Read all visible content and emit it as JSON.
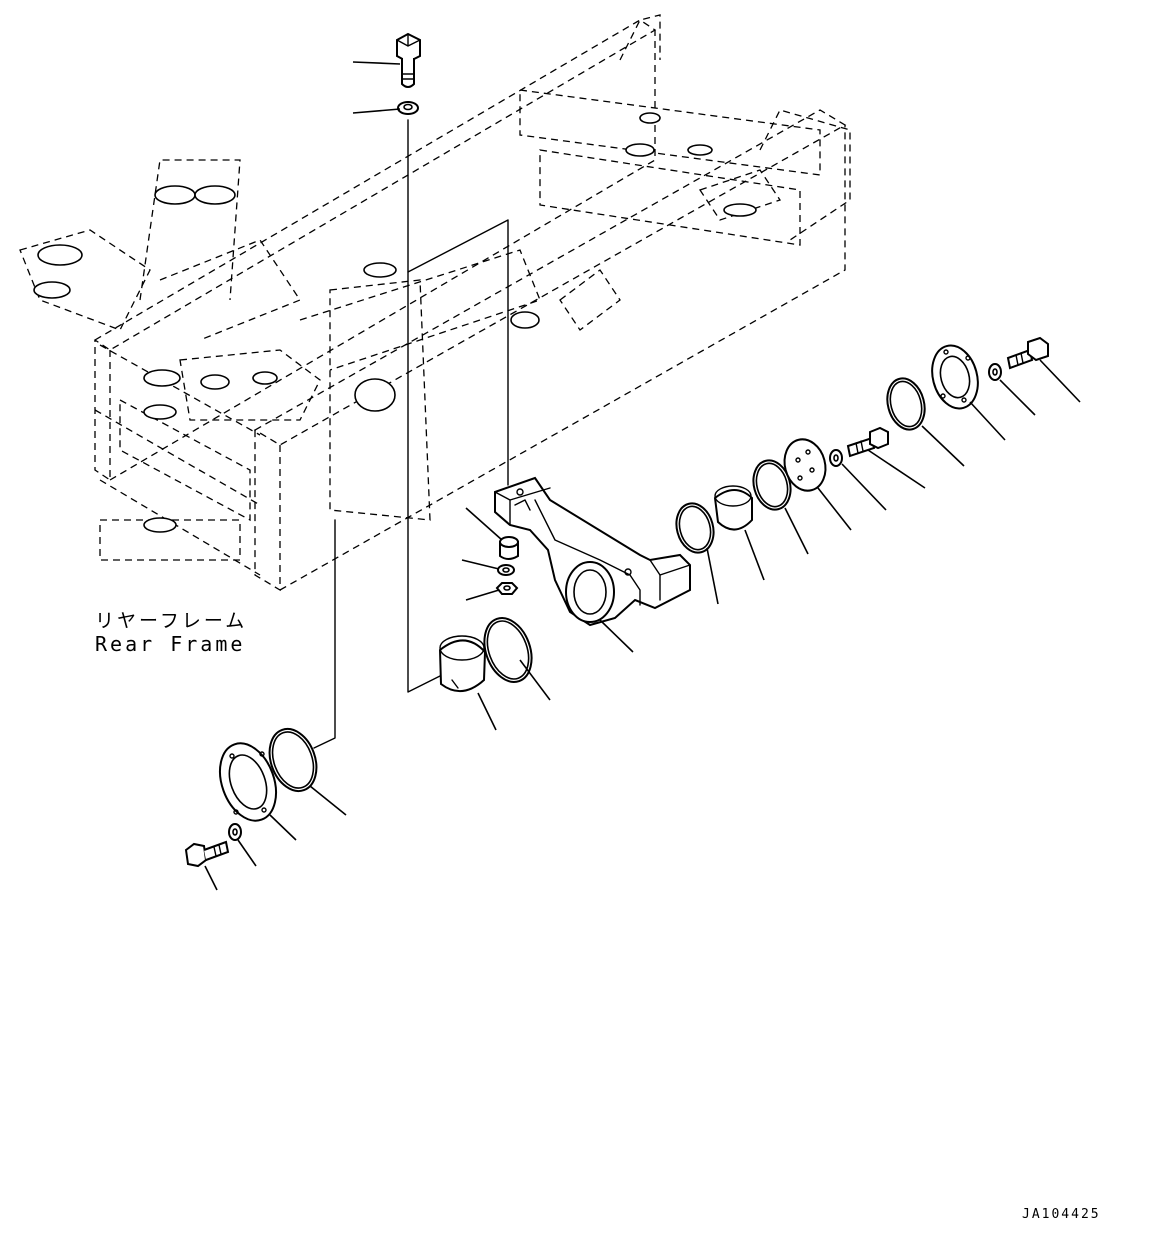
{
  "label": {
    "japanese": "リヤーフレーム",
    "english": "Rear Frame"
  },
  "drawing_number": "JA104425"
}
